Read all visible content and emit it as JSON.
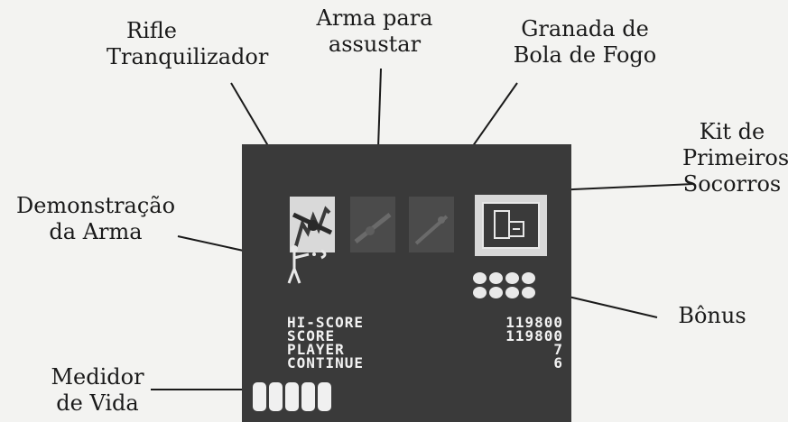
{
  "labels": {
    "rifle_line1": "Rifle",
    "rifle_line2": "Tranquilizador",
    "scare_line1": "Arma para",
    "scare_line2": "assustar",
    "fireball_line1": "Granada de",
    "fireball_line2": "Bola de Fogo",
    "kit_line1": "Kit de",
    "kit_line2": "Primeiros",
    "kit_line3": "Socorros",
    "demo_line1": "Demonstração",
    "demo_line2": "da Arma",
    "bonus": "Bônus",
    "life_line1": "Medidor",
    "life_line2": "de Vida"
  },
  "game_screen": {
    "stats": [
      {
        "label": "HI-SCORE",
        "value": "119800"
      },
      {
        "label": "SCORE",
        "value": "119800"
      },
      {
        "label": "PLAYER",
        "value": "7"
      },
      {
        "label": "CONTINUE",
        "value": "6"
      }
    ],
    "life_units": 5,
    "bonus_balls": 8
  },
  "colors": {
    "screen_bg": "#3a3a3a",
    "slot_bg": "#4b4b4b",
    "active_slot": "#d9d9d9",
    "hud_text": "#f2f2f2",
    "leader_line": "#1a1a1a"
  },
  "icons": [
    "tranquilizer-rifle-icon",
    "scare-gun-icon",
    "fireball-grenade-icon",
    "first-aid-kit-icon",
    "player-sprite-icon",
    "bonus-orb-icon",
    "life-pip-icon"
  ]
}
